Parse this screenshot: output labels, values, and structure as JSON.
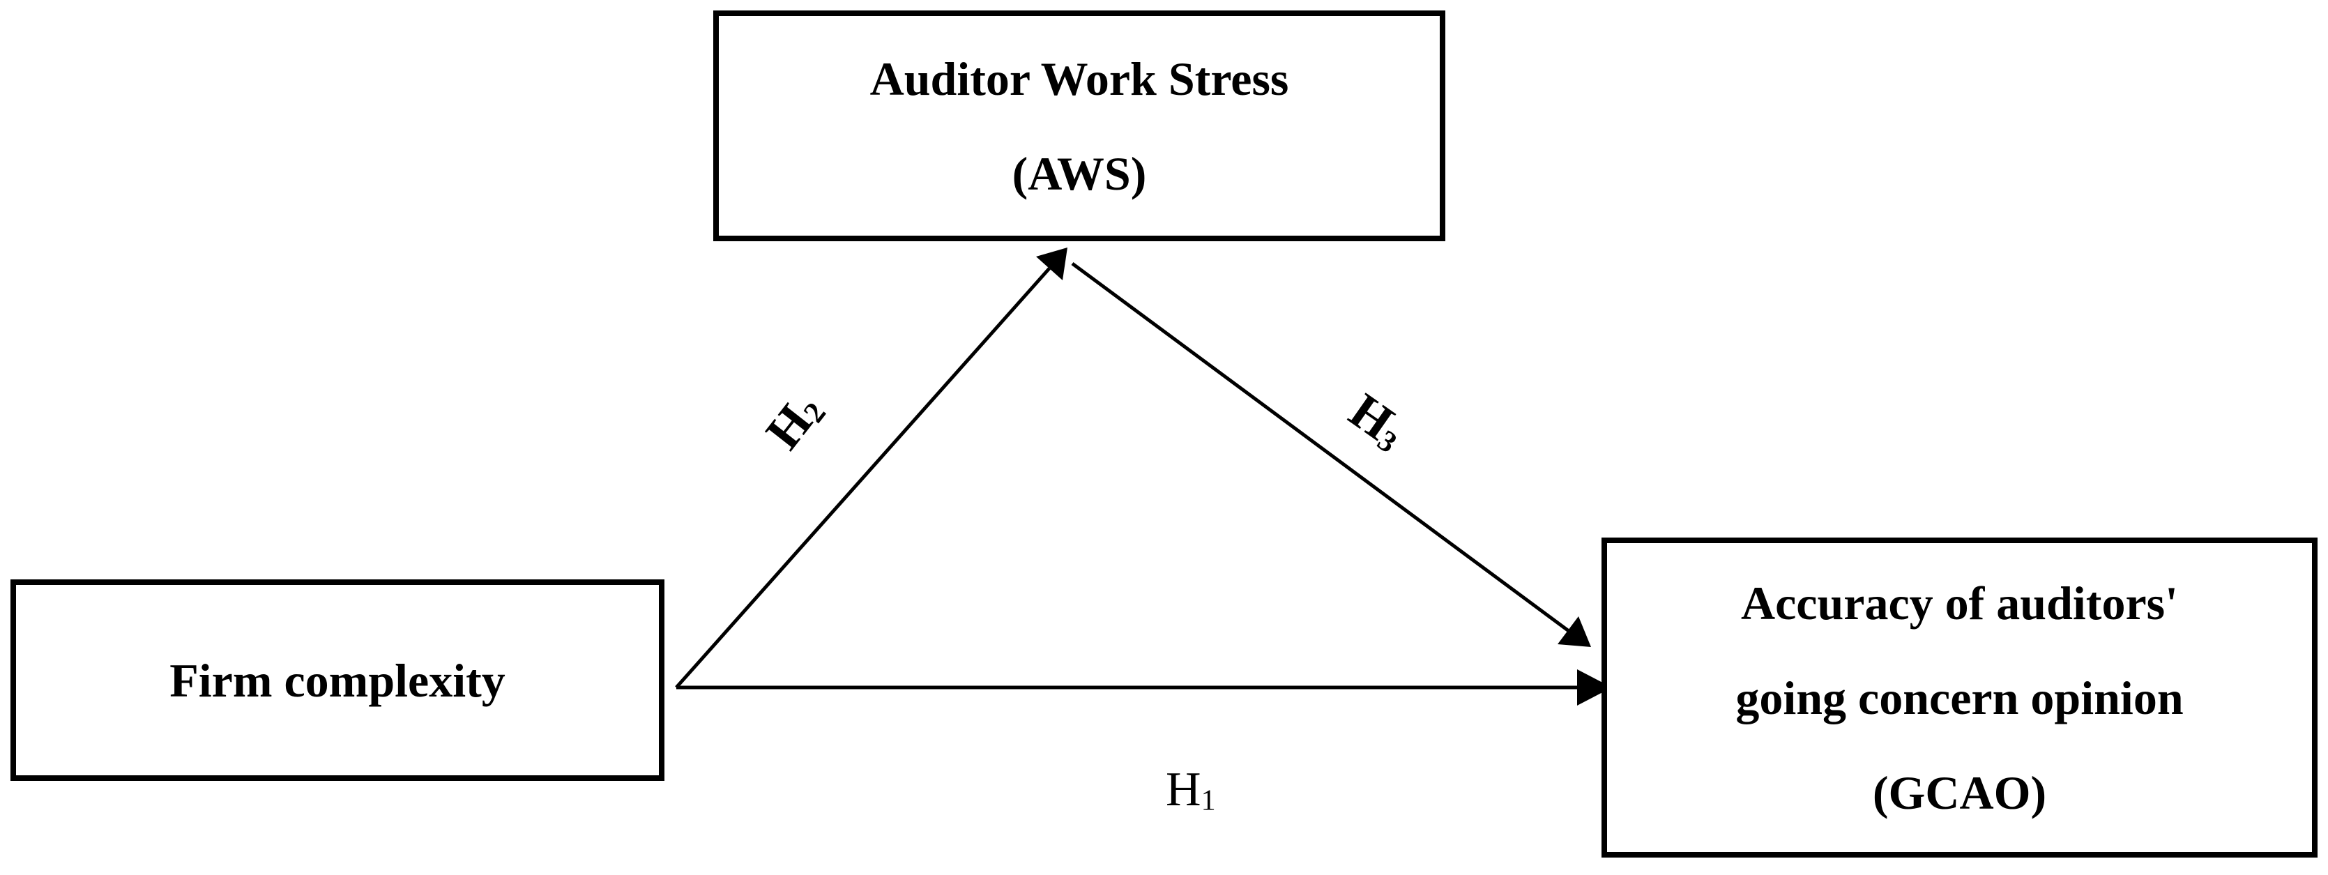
{
  "diagram": {
    "nodes": [
      {
        "id": "aws",
        "lines": [
          "Auditor Work Stress",
          "(AWS)"
        ]
      },
      {
        "id": "fc",
        "lines": [
          "Firm complexity"
        ]
      },
      {
        "id": "gcao",
        "lines": [
          "Accuracy of auditors'",
          "going concern opinion",
          "(GCAO)"
        ]
      }
    ],
    "edges": [
      {
        "from": "fc",
        "to": "gcao",
        "label": "H",
        "sub": "1"
      },
      {
        "from": "fc",
        "to": "aws",
        "label": "H",
        "sub": "2"
      },
      {
        "from": "aws",
        "to": "gcao",
        "label": "H",
        "sub": "3"
      }
    ]
  }
}
